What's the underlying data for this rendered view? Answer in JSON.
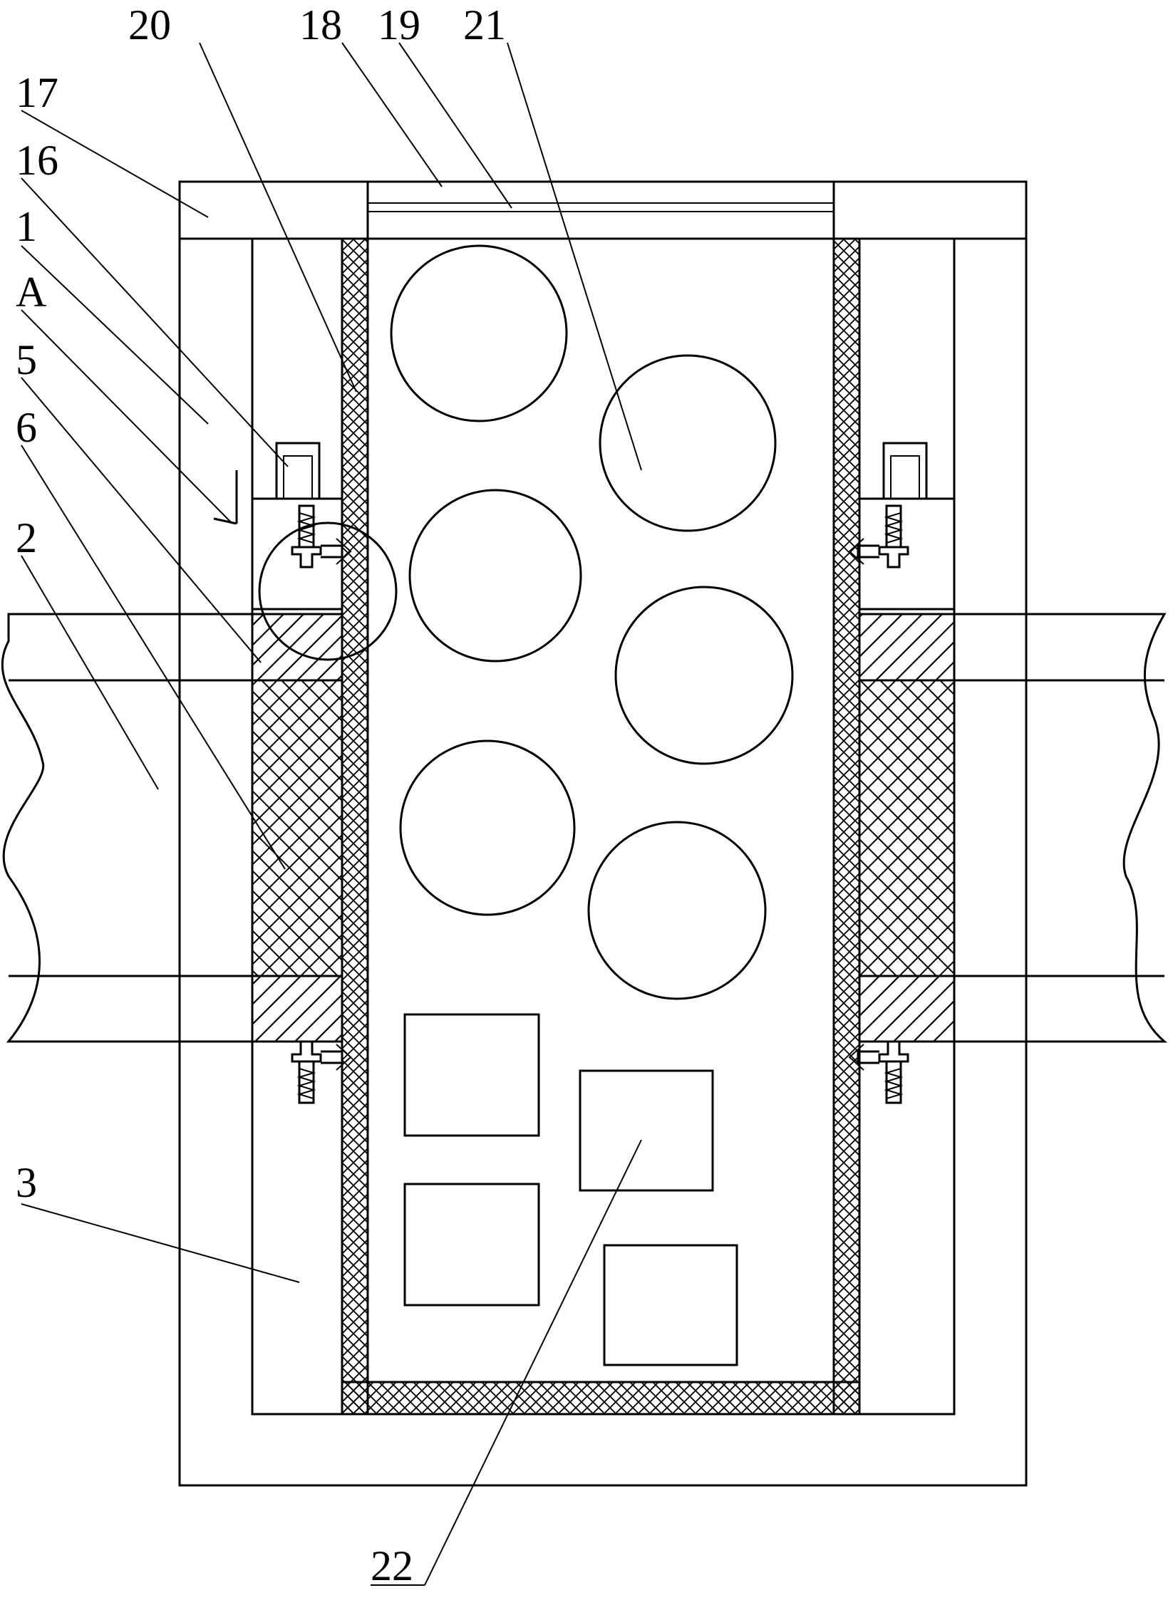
{
  "figure": {
    "labels": {
      "l20": "20",
      "l18": "18",
      "l19": "19",
      "l21": "21",
      "l17": "17",
      "l16": "16",
      "l1": "1",
      "lA": "A",
      "l5": "5",
      "l6": "6",
      "l2": "2",
      "l3": "3",
      "l22": "22"
    },
    "colors": {
      "line": "#000000",
      "background": "#ffffff"
    }
  }
}
